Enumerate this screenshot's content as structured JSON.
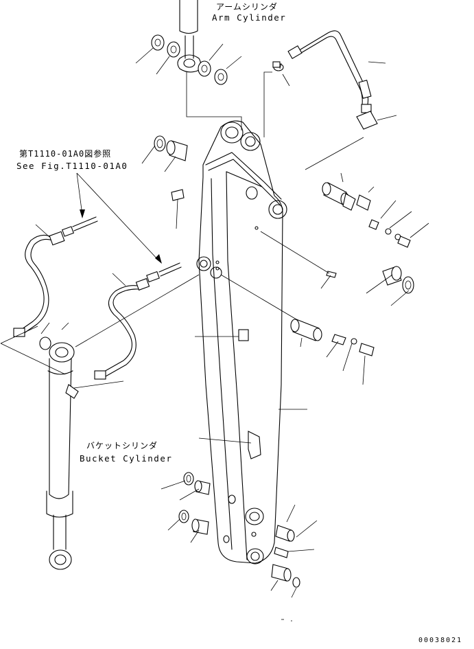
{
  "labels": {
    "arm_cylinder_jp": "アームシリンダ",
    "arm_cylinder_en": "Arm Cylinder",
    "ref_jp": "第T1110-01A0図参照",
    "ref_en": "See Fig.T1110-01A0",
    "bucket_cylinder_jp": "バケットシリンダ",
    "bucket_cylinder_en": "Bucket Cylinder",
    "drawing_code": "00038021"
  }
}
